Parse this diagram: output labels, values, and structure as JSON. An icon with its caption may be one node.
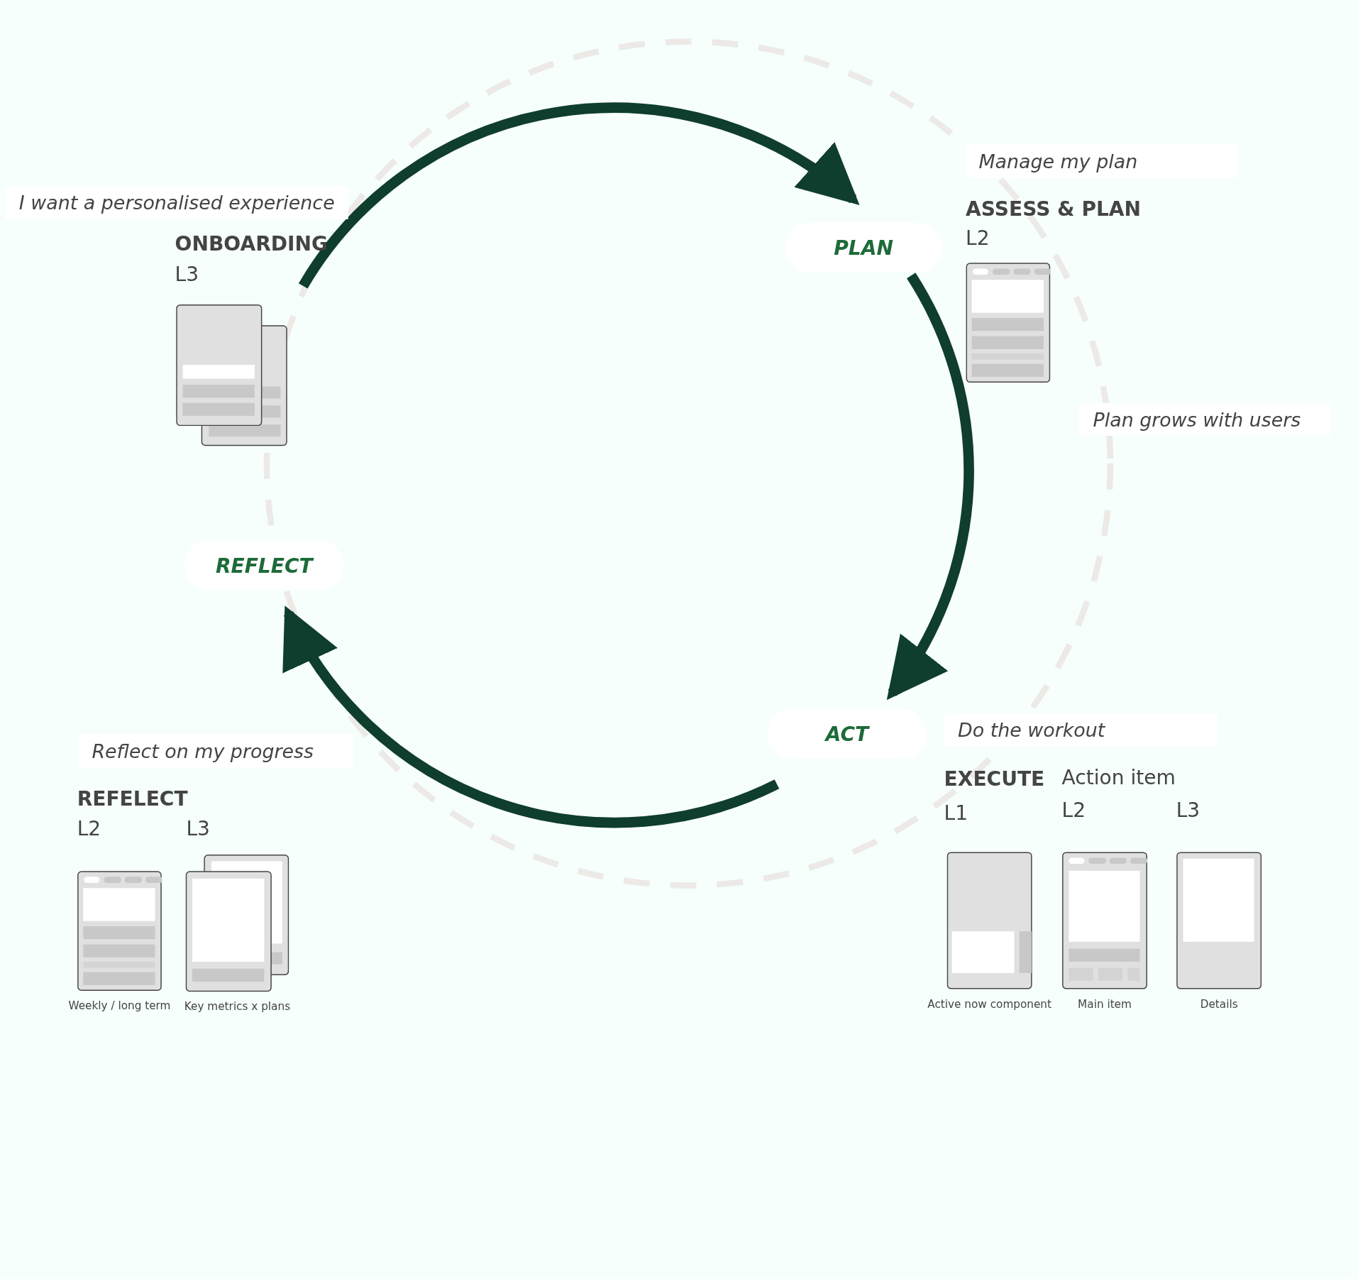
{
  "diagram": {
    "nodes": [
      {
        "text": [
          "I want a personalised experience"
        ]
      },
      {
        "text": [
          "ONBOARDING"
        ]
      },
      {
        "text": [],
        "shape": "picture"
      },
      {
        "text": [
          "PLAN"
        ]
      },
      {
        "text": [
          "Manage my plan"
        ]
      },
      {
        "text": [],
        "shape": "picture"
      },
      {
        "text": [
          "Plan grows with users"
        ]
      },
      {
        "text": [
          "ACT"
        ]
      },
      {
        "text": [
          "Do the workout"
        ]
      },
      {
        "text": [],
        "shape": "picture",
        "beside": [
          "Active now component"
        ]
      },
      {
        "text": [],
        "shape": "picture",
        "beside": [
          "Main item"
        ]
      },
      {
        "text": [],
        "shape": "picture",
        "beside": [
          "Details"
        ]
      },
      {
        "text": [
          "REFLECT"
        ]
      },
      {
        "text": [
          "Reflect on my progress"
        ]
      },
      {
        "text": [],
        "shape": "picture",
        "beside": [
          "Weekly / long term"
        ]
      },
      {
        "text": [],
        "shape": "picture",
        "beside": [
          "Key metrics x plans"
        ]
      }
    ],
    "edges": [
      {
        "from": 1,
        "to": 3,
        "arrow": "to"
      },
      {
        "from": 3,
        "to": 7,
        "arrow": "to"
      },
      {
        "from": 7,
        "to": 12,
        "arrow": "to"
      }
    ],
    "labels": [
      "L3",
      "ASSESS & PLAN",
      "L2",
      "EXECUTE",
      "Action item",
      "L1",
      "L2",
      "L3",
      "REFELECT",
      "L2",
      "L3"
    ]
  }
}
